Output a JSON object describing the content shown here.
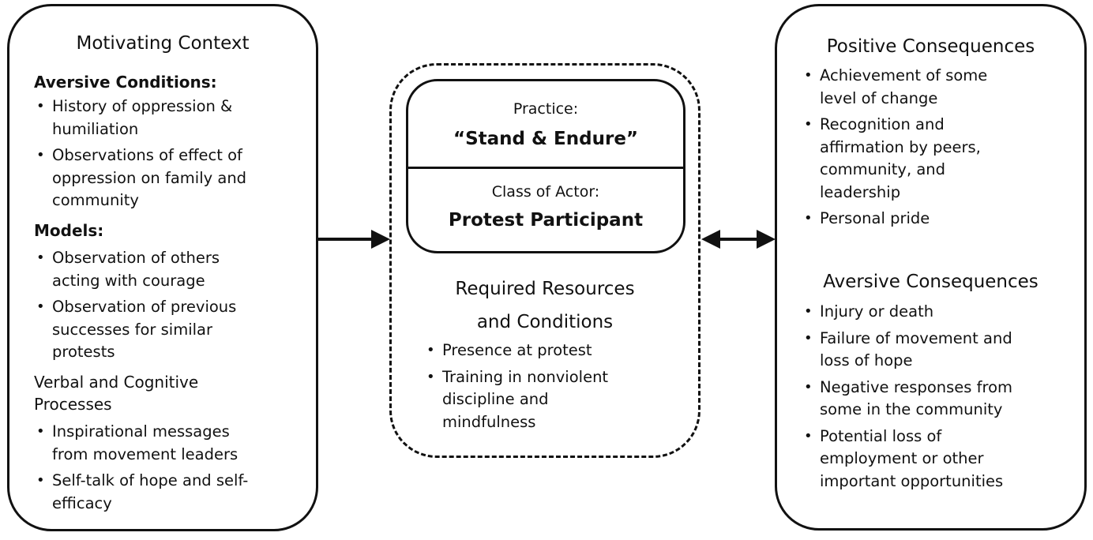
{
  "motivating_context": {
    "title": "Motivating Context",
    "aversive_conditions": {
      "heading": "Aversive Conditions:",
      "items": [
        "History of oppression &\nhumiliation",
        "Observations of effect of\noppression on family and\ncommunity"
      ]
    },
    "models": {
      "heading": "Models:",
      "items": [
        "Observation of others\nacting with courage",
        "Observation of previous\nsuccesses for similar\nprotests"
      ]
    },
    "verbal_cognitive": {
      "heading": "Verbal and Cognitive\nProcesses",
      "items": [
        "Inspirational messages\nfrom movement leaders",
        "Self-talk of hope and self-\nefficacy"
      ]
    }
  },
  "practice": {
    "label": "Practice:",
    "name": "“Stand & Endure”",
    "actor_label": "Class of Actor:",
    "actor_name": "Protest Participant"
  },
  "required_resources": {
    "title": "Required Resources\nand Conditions",
    "items": [
      "Presence at protest",
      "Training in nonviolent\ndiscipline and\nmindfulness"
    ]
  },
  "positive_consequences": {
    "title": "Positive Consequences",
    "items": [
      "Achievement of some\nlevel of change",
      "Recognition and\naffirmation by peers,\ncommunity, and\nleadership",
      "Personal pride"
    ]
  },
  "aversive_consequences": {
    "title": "Aversive Consequences",
    "items": [
      "Injury or death",
      "Failure of movement and\nloss of hope",
      "Negative responses from\nsome in the community",
      "Potential loss of\nemployment or other\nimportant opportunities"
    ]
  }
}
